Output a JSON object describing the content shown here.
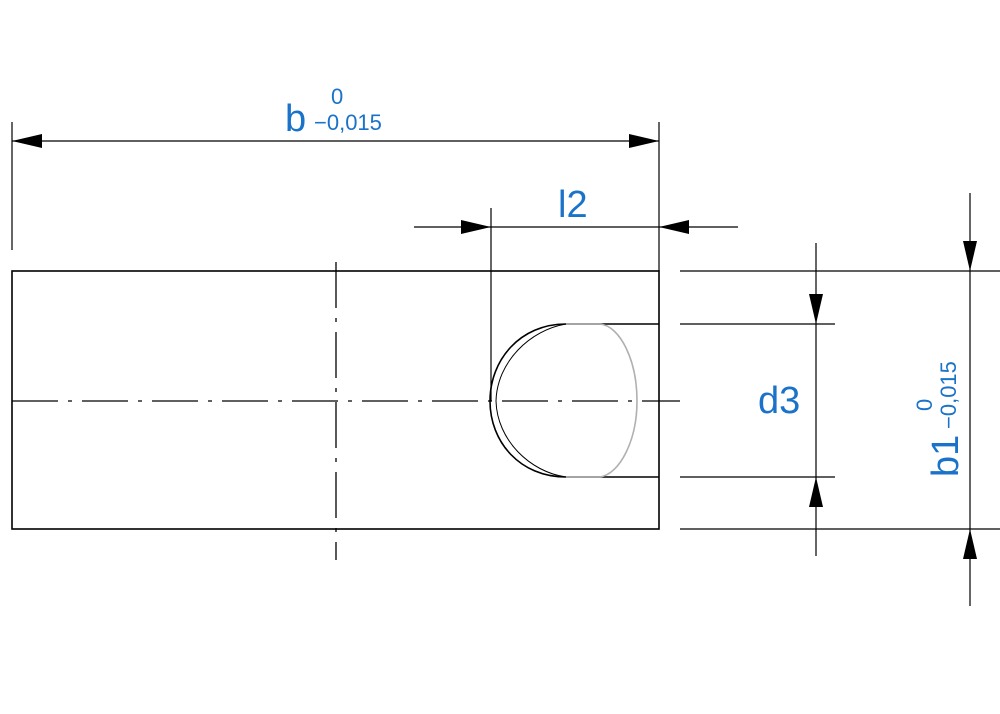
{
  "dimensions": {
    "b": {
      "label": "b",
      "tol_upper": "0",
      "tol_lower": "−0,015"
    },
    "l2": {
      "label": "l2"
    },
    "d3": {
      "label": "d3"
    },
    "b1": {
      "label": "b1",
      "tol_upper": "0",
      "tol_lower": "−0,015"
    }
  },
  "colors": {
    "dimension_text": "#1a73c8",
    "lines": "#000000",
    "hidden_profile": "#b0b0b0"
  }
}
